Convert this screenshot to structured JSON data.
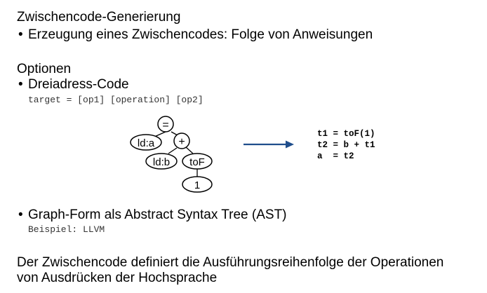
{
  "slide": {
    "title": "Zwischencode-Generierung",
    "bullet1": "Erzeugung eines Zwischencodes: Folge von Anweisungen",
    "options_heading": "Optionen",
    "bullet2": "Dreiadress-Code",
    "bullet2_code": "target = [op1] [operation] [op2]",
    "tree": {
      "root": "=",
      "plus": "+",
      "lda": "ld:a",
      "ldb": "ld:b",
      "tof": "toF",
      "one": "1"
    },
    "three_address_code": [
      "t1 = toF(1)",
      "t2 = b + t1",
      "a  = t2"
    ],
    "bullet3": "Graph-Form als Abstract Syntax Tree (AST)",
    "bullet3_code": "Beispiel: LLVM",
    "conclusion_line1": "Der Zwischencode definiert die Ausführungsreihenfolge der Operationen",
    "conclusion_line2": "von Ausdrücken der Hochsprache",
    "arrow_color": "#1f4e8c"
  }
}
